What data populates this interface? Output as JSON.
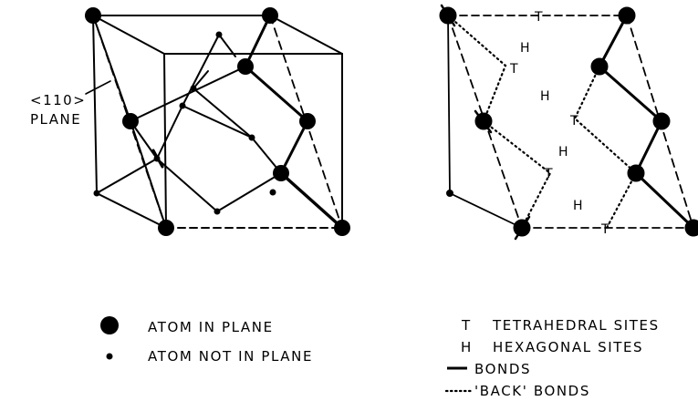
{
  "left_diagram": {
    "plane_label_line1": "<110>",
    "plane_label_line2": "PLANE"
  },
  "right_diagram": {
    "tetrahedral_marker": "T",
    "hexagonal_marker": "H"
  },
  "legend_left": {
    "atom_in_plane": "ATOM IN PLANE",
    "atom_not_in_plane": "ATOM NOT IN PLANE"
  },
  "legend_right": {
    "tetrahedral_symbol": "T",
    "tetrahedral_label": "TETRAHEDRAL SITES",
    "hexagonal_symbol": "H",
    "hexagonal_label": "HEXAGONAL SITES",
    "bonds_label": "BONDS",
    "back_bonds_label": "'BACK' BONDS"
  }
}
